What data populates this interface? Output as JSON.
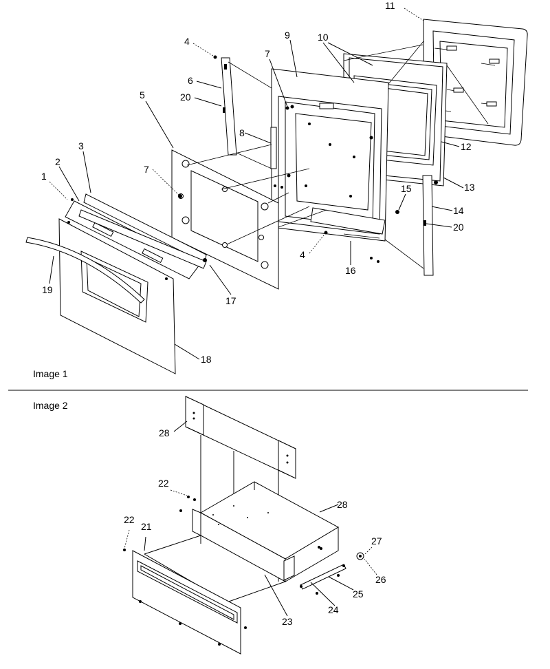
{
  "panels": [
    {
      "caption": "Image 1"
    },
    {
      "caption": "Image 2"
    }
  ],
  "callouts": {
    "c1": "1",
    "c2": "2",
    "c3": "3",
    "c4a": "4",
    "c4b": "4",
    "c5": "5",
    "c6": "6",
    "c7a": "7",
    "c7b": "7",
    "c8": "8",
    "c9": "9",
    "c10": "10",
    "c11": "11",
    "c12": "12",
    "c13": "13",
    "c14": "14",
    "c15": "15",
    "c16": "16",
    "c17": "17",
    "c18": "18",
    "c19": "19",
    "c20a": "20",
    "c20b": "20",
    "c21": "21",
    "c22a": "22",
    "c22b": "22",
    "c23": "23",
    "c24": "24",
    "c25": "25",
    "c26": "26",
    "c27": "27",
    "c28a": "28",
    "c28b": "28"
  }
}
